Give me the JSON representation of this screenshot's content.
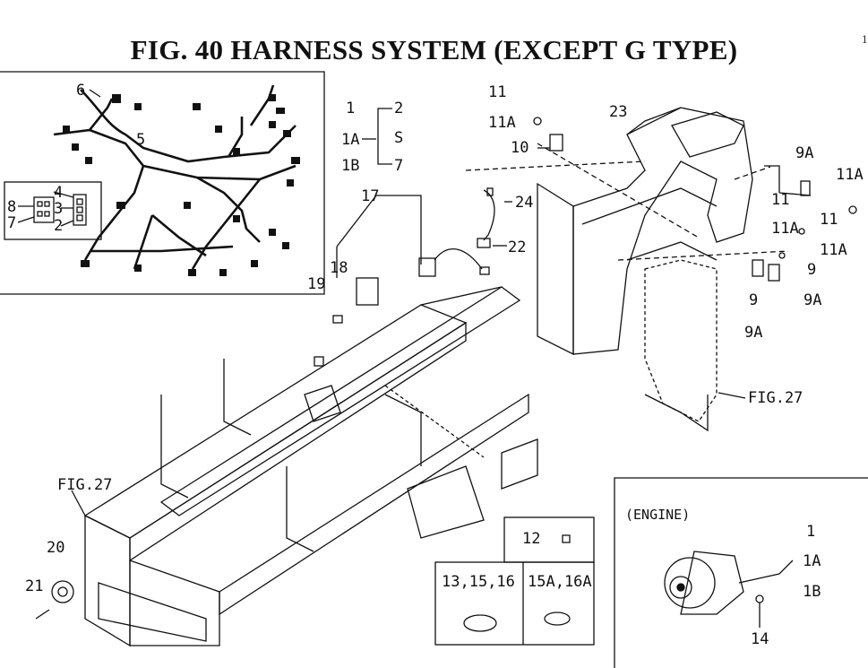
{
  "title": "FIG. 40  HARNESS SYSTEM (EXCEPT G TYPE)",
  "page_number": "1",
  "callouts": {
    "n6": "6",
    "n5": "5",
    "n4": "4",
    "n8": "8",
    "n3": "3",
    "n7a": "7",
    "n2a": "2",
    "n1": "1",
    "n1A": "1A",
    "n1B": "1B",
    "n2": "2",
    "ntilde": "S",
    "n7": "7",
    "n17": "17",
    "n18": "18",
    "n19": "19",
    "n11a": "11",
    "n11Aa": "11A",
    "n10": "10",
    "n23": "23",
    "n24": "24",
    "n22": "22",
    "n9A_top": "9A",
    "n11A_right": "11A",
    "n11b": "11",
    "n11Ab": "11A",
    "n11c": "11",
    "n11Ac": "11A",
    "n9a": "9",
    "n9Aa": "9A",
    "n9b": "9",
    "n9Ab": "9A",
    "fig27_right": "FIG.27",
    "fig27_left": "FIG.27",
    "n20": "20",
    "n21": "21",
    "n12": "12",
    "n13": "13,15,16",
    "n15A": "15A,16A",
    "engine": "(ENGINE)",
    "e1": "1",
    "e1A": "1A",
    "e1B": "1B",
    "e14": "14"
  }
}
